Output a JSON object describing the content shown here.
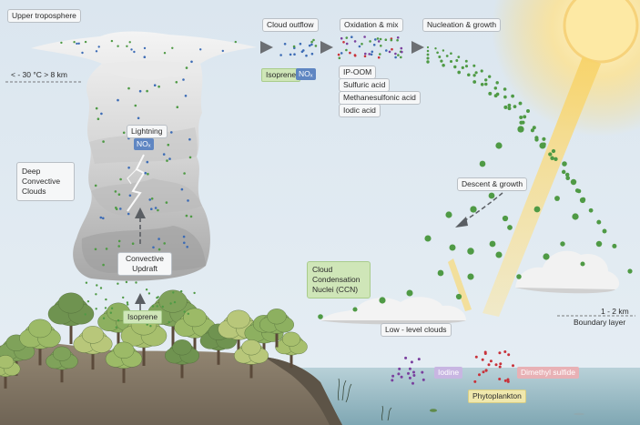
{
  "labels": {
    "upper_troposphere": "Upper troposphere",
    "temp_height": "< - 30 °C  > 8 km",
    "deep_convective_clouds": "Deep Convective Clouds",
    "lightning": "Lightning",
    "nox_lightning": "NOₓ",
    "convective_updraft": "Convective Updraft",
    "isoprene_ground": "Isoprene",
    "cloud_outflow": "Cloud outflow",
    "oxidation_mix": "Oxidation & mix",
    "nucleation_growth": "Nucleation & growth",
    "isoprene_top": "Isoprene",
    "nox_top": "NOₓ",
    "ip_oom": "IP-OOM",
    "sulfuric_acid": "Sulfuric acid",
    "methanesulfonic_acid": "Methanesulfonic acid",
    "iodic_acid": "Iodic acid",
    "descent_growth": "Descent & growth",
    "ccn": "Cloud Condensation Nuclei (CCN)",
    "low_level_clouds": "Low - level clouds",
    "boundary_height": "1 - 2 km",
    "boundary_layer": "Boundary layer",
    "iodine": "Iodine",
    "dimethyl_sulfide": "Dimethyl sulfide",
    "phytoplankton": "Phytoplankton"
  },
  "colors": {
    "sky": "#dfe9f2",
    "green_particle": "#4f9a45",
    "blue_particle": "#3d6cb5",
    "purple_particle": "#7a3f9e",
    "red_particle": "#c8323a",
    "sun": "#f7c84a",
    "ground": "#8a7d6c",
    "sea": "#a9c6cf"
  }
}
